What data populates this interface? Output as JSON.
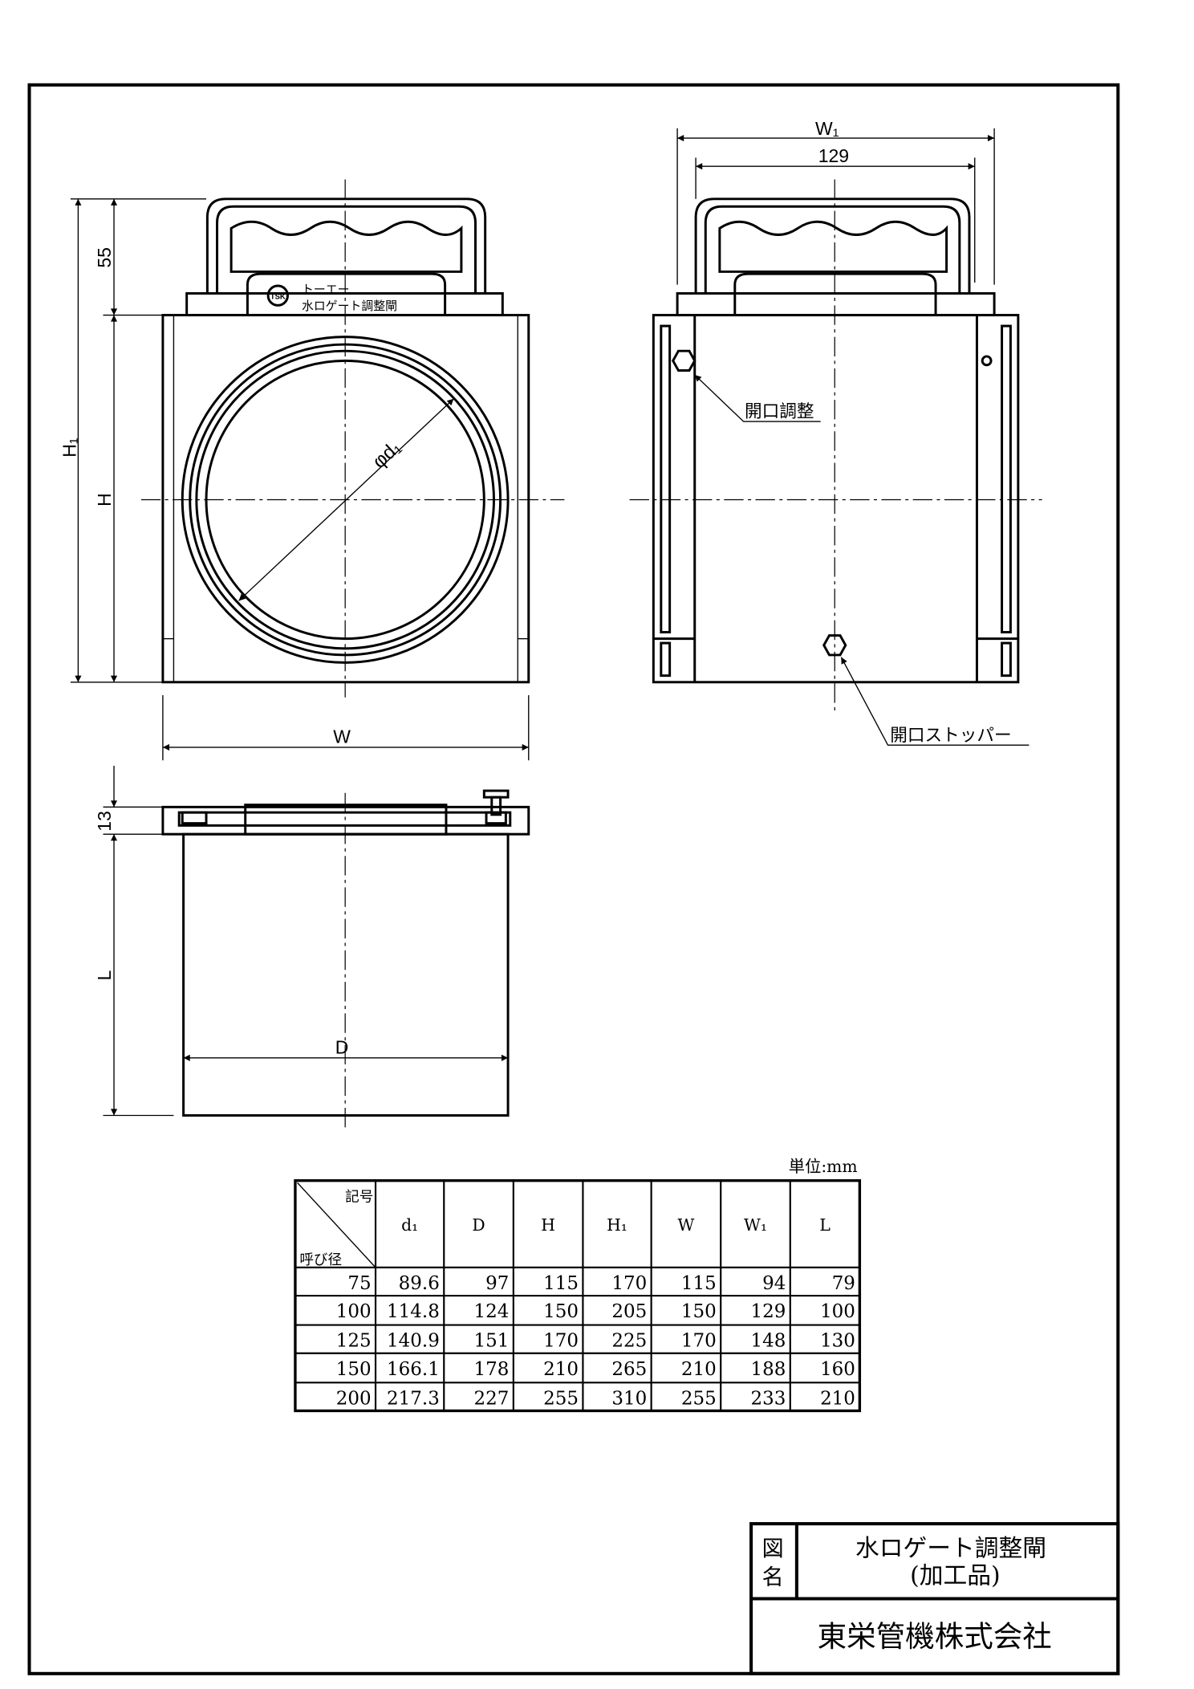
{
  "drawing": {
    "nameplate": {
      "logo": "TSK",
      "line1": "トーエー",
      "line2": "水ロゲート調整閘"
    },
    "front_dims": {
      "h1": "H₁",
      "d55": "55",
      "h": "H",
      "w": "W",
      "phi_d1": "φd₁"
    },
    "side_dims": {
      "w1": "W₁",
      "d129": "129"
    },
    "side_labels": {
      "opening_adjust": "開口調整",
      "opening_stopper": "開口ストッパー"
    },
    "bottom_dims": {
      "d13": "13",
      "l": "L",
      "d": "D"
    }
  },
  "table": {
    "unit": "単位:mm",
    "corner_top": "記号",
    "corner_bottom": "呼び径",
    "headers": [
      "d₁",
      "D",
      "H",
      "H₁",
      "W",
      "W₁",
      "L"
    ],
    "rows": [
      [
        "75",
        "89.6",
        "97",
        "115",
        "170",
        "115",
        "94",
        "79"
      ],
      [
        "100",
        "114.8",
        "124",
        "150",
        "205",
        "150",
        "129",
        "100"
      ],
      [
        "125",
        "140.9",
        "151",
        "170",
        "225",
        "170",
        "148",
        "130"
      ],
      [
        "150",
        "166.1",
        "178",
        "210",
        "265",
        "210",
        "188",
        "160"
      ],
      [
        "200",
        "217.3",
        "227",
        "255",
        "310",
        "255",
        "233",
        "210"
      ]
    ]
  },
  "title_block": {
    "label_line1": "図",
    "label_line2": "名",
    "title_line1": "水ロゲート調整閘",
    "title_line2": "(加工品)",
    "company": "東栄管機株式会社"
  }
}
